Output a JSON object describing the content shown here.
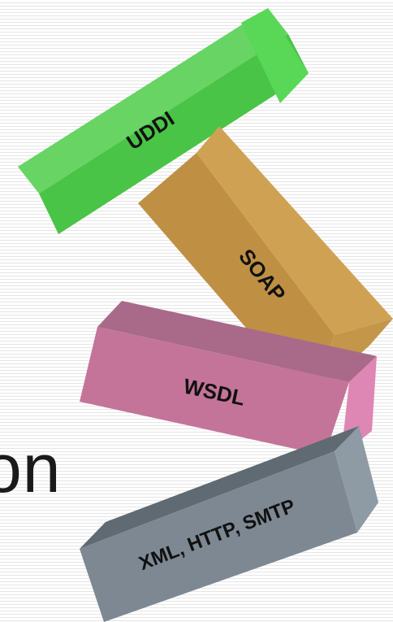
{
  "background_text": "on",
  "blocks": [
    {
      "id": "uddi",
      "label": "UDDI",
      "color": "#4cc64a"
    },
    {
      "id": "soap",
      "label": "SOAP",
      "color": "#c89a48"
    },
    {
      "id": "wsdl",
      "label": "WSDL",
      "color": "#c6719e"
    },
    {
      "id": "transport",
      "label": "XML, HTTP, SMTP",
      "color": "#7f8b95"
    }
  ]
}
